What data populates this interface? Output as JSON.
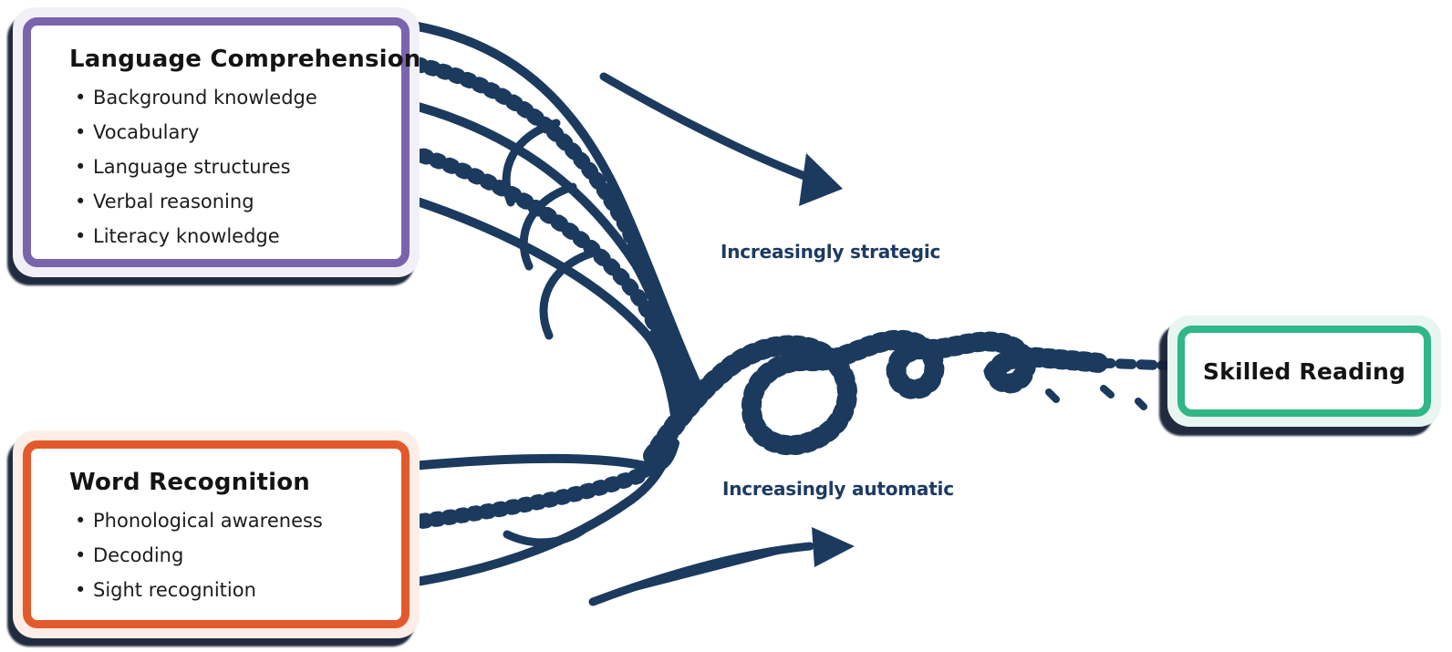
{
  "boxes": {
    "language_comprehension": {
      "title": "Language Comprehension",
      "items": [
        "Background knowledge",
        "Vocabulary",
        "Language structures",
        "Verbal reasoning",
        "Literacy knowledge"
      ],
      "border_color": "#7a64ae"
    },
    "word_recognition": {
      "title": "Word Recognition",
      "items": [
        "Phonological awareness",
        "Decoding",
        "Sight recognition"
      ],
      "border_color": "#e4592c"
    },
    "skilled_reading": {
      "title": "Skilled Reading",
      "border_color": "#2fb787"
    }
  },
  "rope_labels": {
    "strategic": "Increasingly strategic",
    "automatic": "Increasingly automatic"
  },
  "colors": {
    "rope": "#1b3a5e",
    "label_text": "#1d3a62",
    "shadow": "#152036",
    "purple_halo": "#f2f0f7",
    "orange_halo": "#fceee6",
    "green_halo": "#e9f5f0"
  }
}
